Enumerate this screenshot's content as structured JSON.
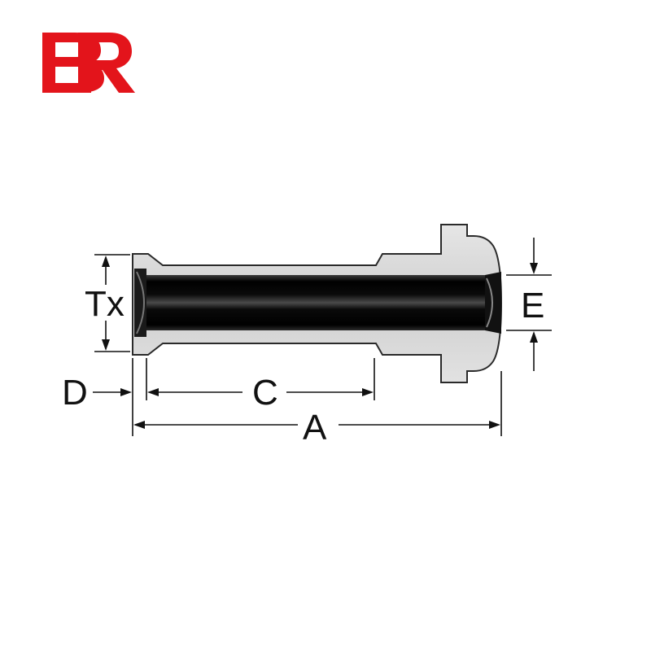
{
  "logo": {
    "text": "BR",
    "color": "#e3141b"
  },
  "diagram": {
    "body_fill": "#d8d8d8",
    "bore_color": "#000000",
    "labels": {
      "tx": "Tx",
      "d": "D",
      "c": "C",
      "a": "A",
      "e": "E"
    }
  }
}
